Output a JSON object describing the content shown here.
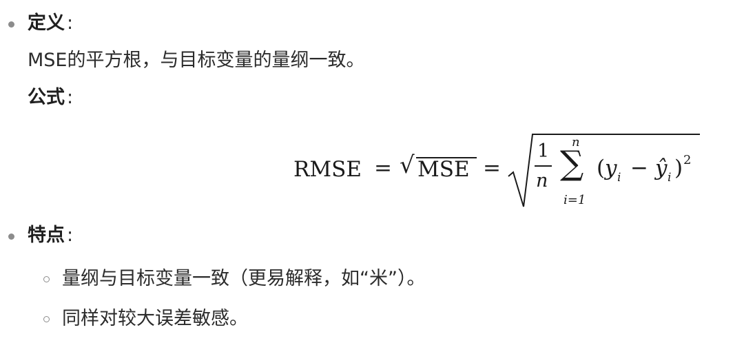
{
  "definition": {
    "heading": "定义",
    "colon": ":",
    "text": "MSE的平方根，与目标变量的量纲一致。",
    "formula_heading": "公式",
    "formula_colon": ":"
  },
  "formula": {
    "lhs": "RMSE",
    "eq1": "=",
    "sqrt_inner": "MSE",
    "eq2": "=",
    "frac_num": "1",
    "frac_den": "n",
    "sum_upper": "n",
    "sum_lower": "i=1",
    "sigma": "∑",
    "radical": "√",
    "open_paren": "(",
    "y": "y",
    "sub_i1": "i",
    "minus": "−",
    "yhat": "ŷ",
    "sub_i2": "i",
    "close_paren": ")",
    "exponent": "2"
  },
  "features": {
    "heading": "特点",
    "colon": ":",
    "items": [
      "量纲与目标变量一致（更易解释，如“米”）。",
      "同样对较大误差敏感。"
    ]
  }
}
